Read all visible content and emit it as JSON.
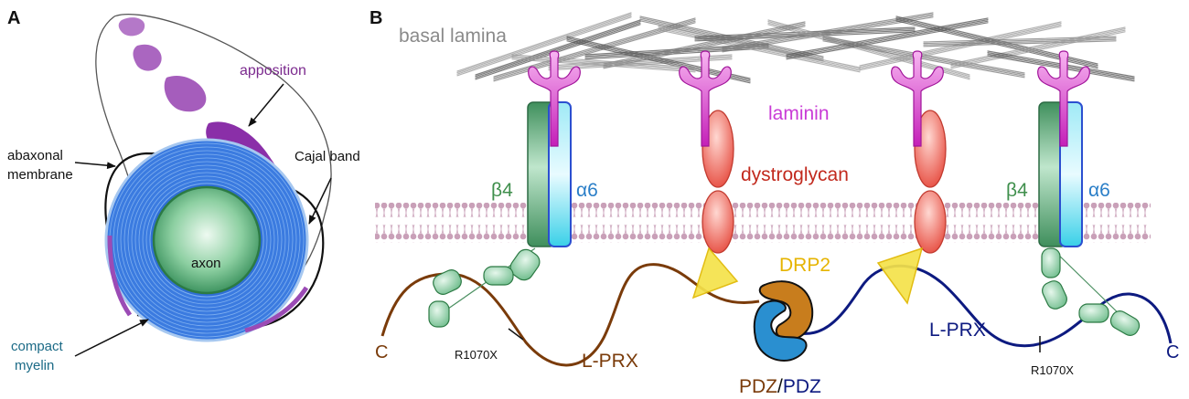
{
  "panel_a": {
    "letter": "A",
    "labels": {
      "apposition": "apposition",
      "abaxonal_1": "abaxonal",
      "abaxonal_2": "membrane",
      "cajal_band": "Cajal band",
      "axon": "axon",
      "compact_1": "compact",
      "compact_2": "myelin"
    }
  },
  "panel_b": {
    "letter": "B",
    "labels": {
      "basal_lamina": "basal lamina",
      "laminin": "laminin",
      "dystroglycan": "dystroglycan",
      "beta4_left": "β4",
      "alpha6_left": "α6",
      "beta4_right": "β4",
      "alpha6_right": "α6",
      "drp2": "DRP2",
      "c_left": "C",
      "c_right": "C",
      "r1070x_left": "R1070X",
      "r1070x_right": "R1070X",
      "lprx_left": "L-PRX",
      "lprx_right": "L-PRX",
      "pdz_brown": "PDZ",
      "pdz_slash": "/",
      "pdz_blue": "PDZ"
    }
  },
  "colors": {
    "purple": "#7b2a8e",
    "apposition_fill": "#9b4bb5",
    "myelin_blue": "#2f6fd6",
    "axon_green": "#5fae7a",
    "laminin_magenta": "#e23fd6",
    "dystroglycan_red": "#e8564a",
    "beta4_green": "#3f8f5c",
    "alpha6_cyan": "#39d0e8",
    "drp2_yellow": "#f5d000",
    "lprx_brown": "#7a3b0a",
    "lprx_navy": "#0d1a80",
    "membrane_pink": "#c9a0b8",
    "lamina_gray": "#555555"
  }
}
